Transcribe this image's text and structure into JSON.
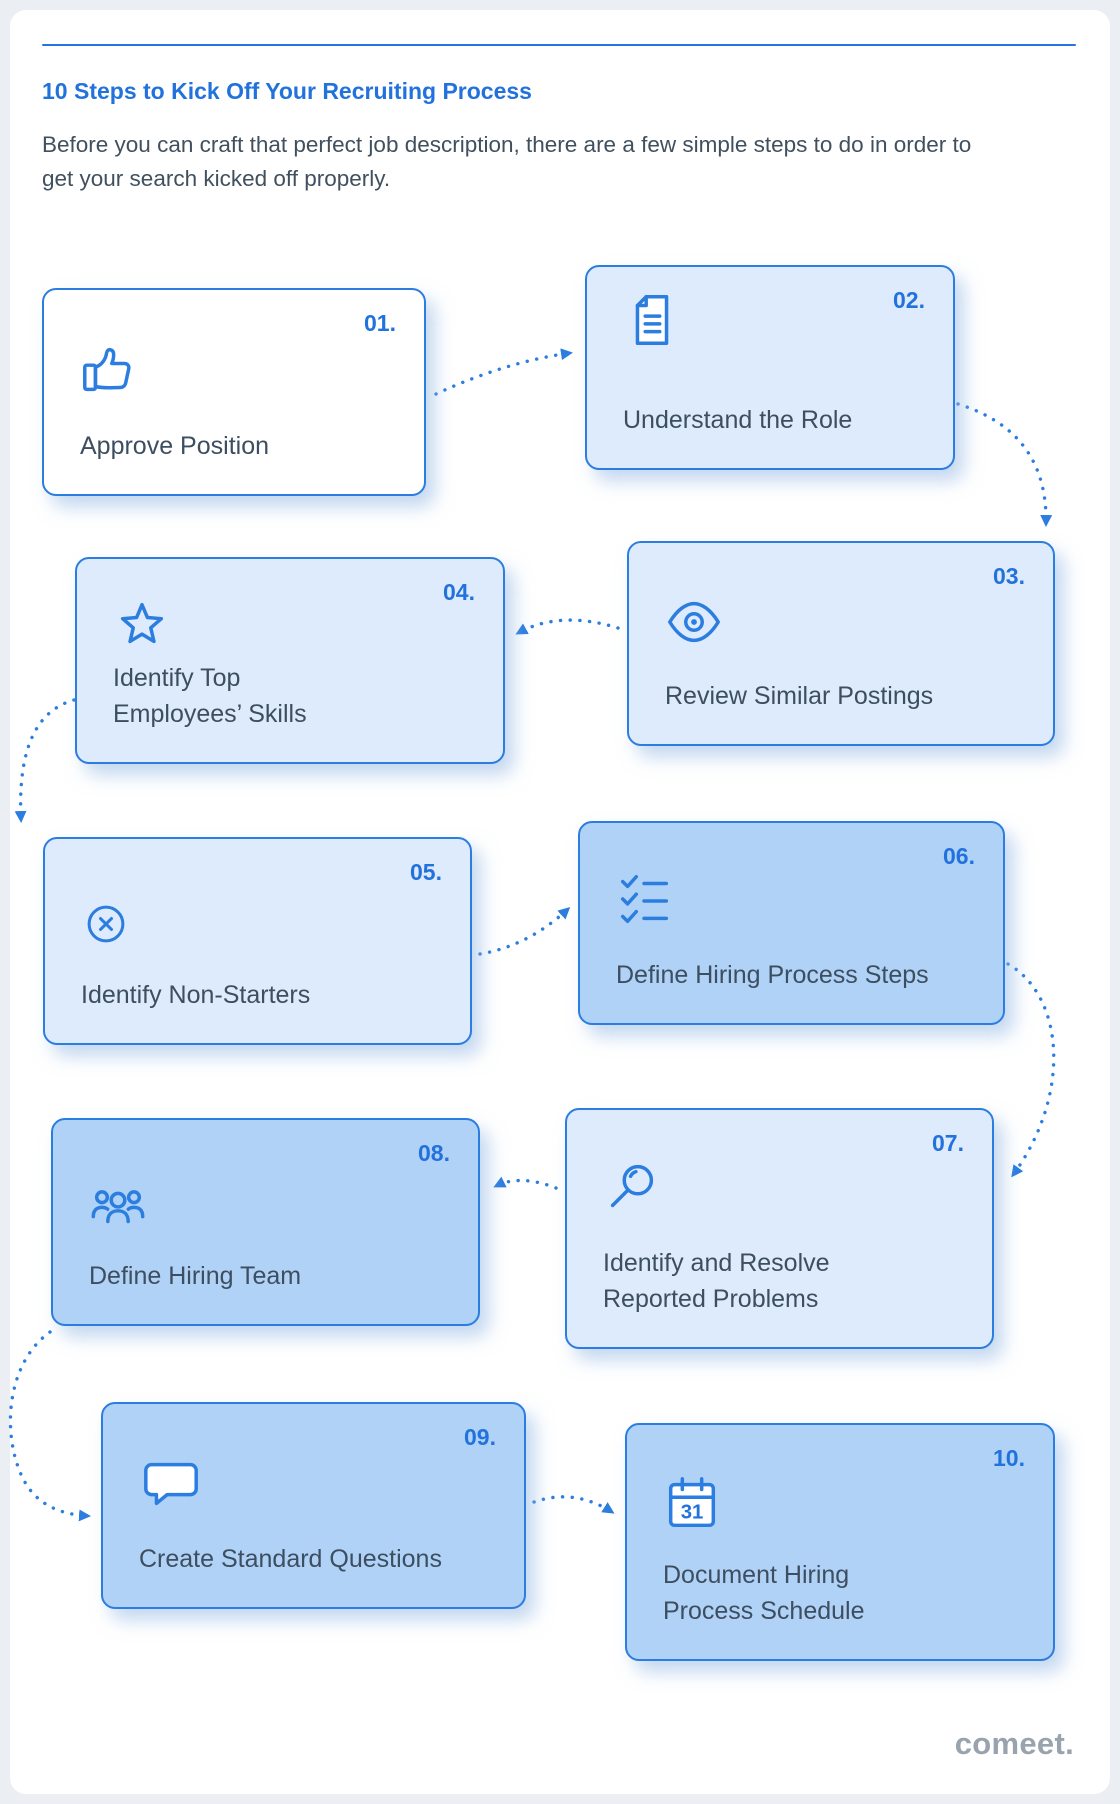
{
  "header": {
    "title": "10 Steps to Kick Off Your Recruiting Process",
    "subtitle": "Before you can craft that perfect job description, there are a few simple steps to do in order to get your search kicked off properly."
  },
  "steps": [
    {
      "number": "01.",
      "label": "Approve Position",
      "icon": "thumbs-up-icon",
      "fill": "white"
    },
    {
      "number": "02.",
      "label": "Understand the Role",
      "icon": "document-icon",
      "fill": "light"
    },
    {
      "number": "03.",
      "label": "Review Similar Postings",
      "icon": "eye-icon",
      "fill": "light"
    },
    {
      "number": "04.",
      "label": "Identify Top\nEmployees’ Skills",
      "icon": "star-icon",
      "fill": "light"
    },
    {
      "number": "05.",
      "label": "Identify Non-Starters",
      "icon": "x-circle-icon",
      "fill": "light"
    },
    {
      "number": "06.",
      "label": "Define Hiring Process Steps",
      "icon": "checklist-icon",
      "fill": "medium"
    },
    {
      "number": "07.",
      "label": "Identify and Resolve\nReported Problems",
      "icon": "magnifier-icon",
      "fill": "light"
    },
    {
      "number": "08.",
      "label": "Define Hiring Team",
      "icon": "team-icon",
      "fill": "medium"
    },
    {
      "number": "09.",
      "label": "Create Standard Questions",
      "icon": "speech-bubble-icon",
      "fill": "medium"
    },
    {
      "number": "10.",
      "label": "Document Hiring\nProcess Schedule",
      "icon": "calendar-icon",
      "fill": "medium",
      "calendar_day": "31"
    }
  ],
  "footer": {
    "brand": "comeet."
  },
  "colors": {
    "accent_blue": "#2272dd",
    "box_border": "#2b7de0",
    "fill_white": "#ffffff",
    "fill_light": "#ddebfc",
    "fill_medium": "#b0d2f7",
    "label_text": "#3d4e60",
    "brand_gray": "#99a3ad",
    "page_background": "#ebeef2"
  }
}
